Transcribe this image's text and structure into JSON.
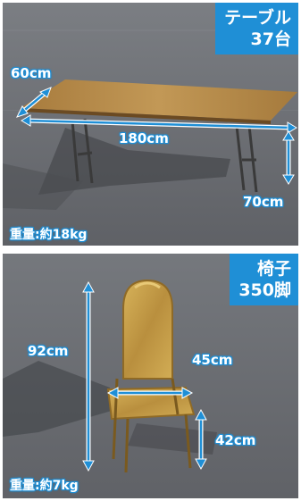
{
  "table_panel": {
    "title_line1": "テーブル",
    "title_line2": "37台",
    "depth": "60cm",
    "width": "180cm",
    "height": "70cm",
    "weight": "重量:約18kg"
  },
  "chair_panel": {
    "title_line1": "椅子",
    "title_line2": "350脚",
    "height": "92cm",
    "width": "45cm",
    "seat_height": "42cm",
    "weight": "重量:約7kg"
  },
  "colors": {
    "badge": "#1f8fd6",
    "arrow": "#1f8fd6",
    "asphalt": "#6f7277",
    "table_top": "#b58a4b",
    "chair_gold": "#c9a24a"
  }
}
